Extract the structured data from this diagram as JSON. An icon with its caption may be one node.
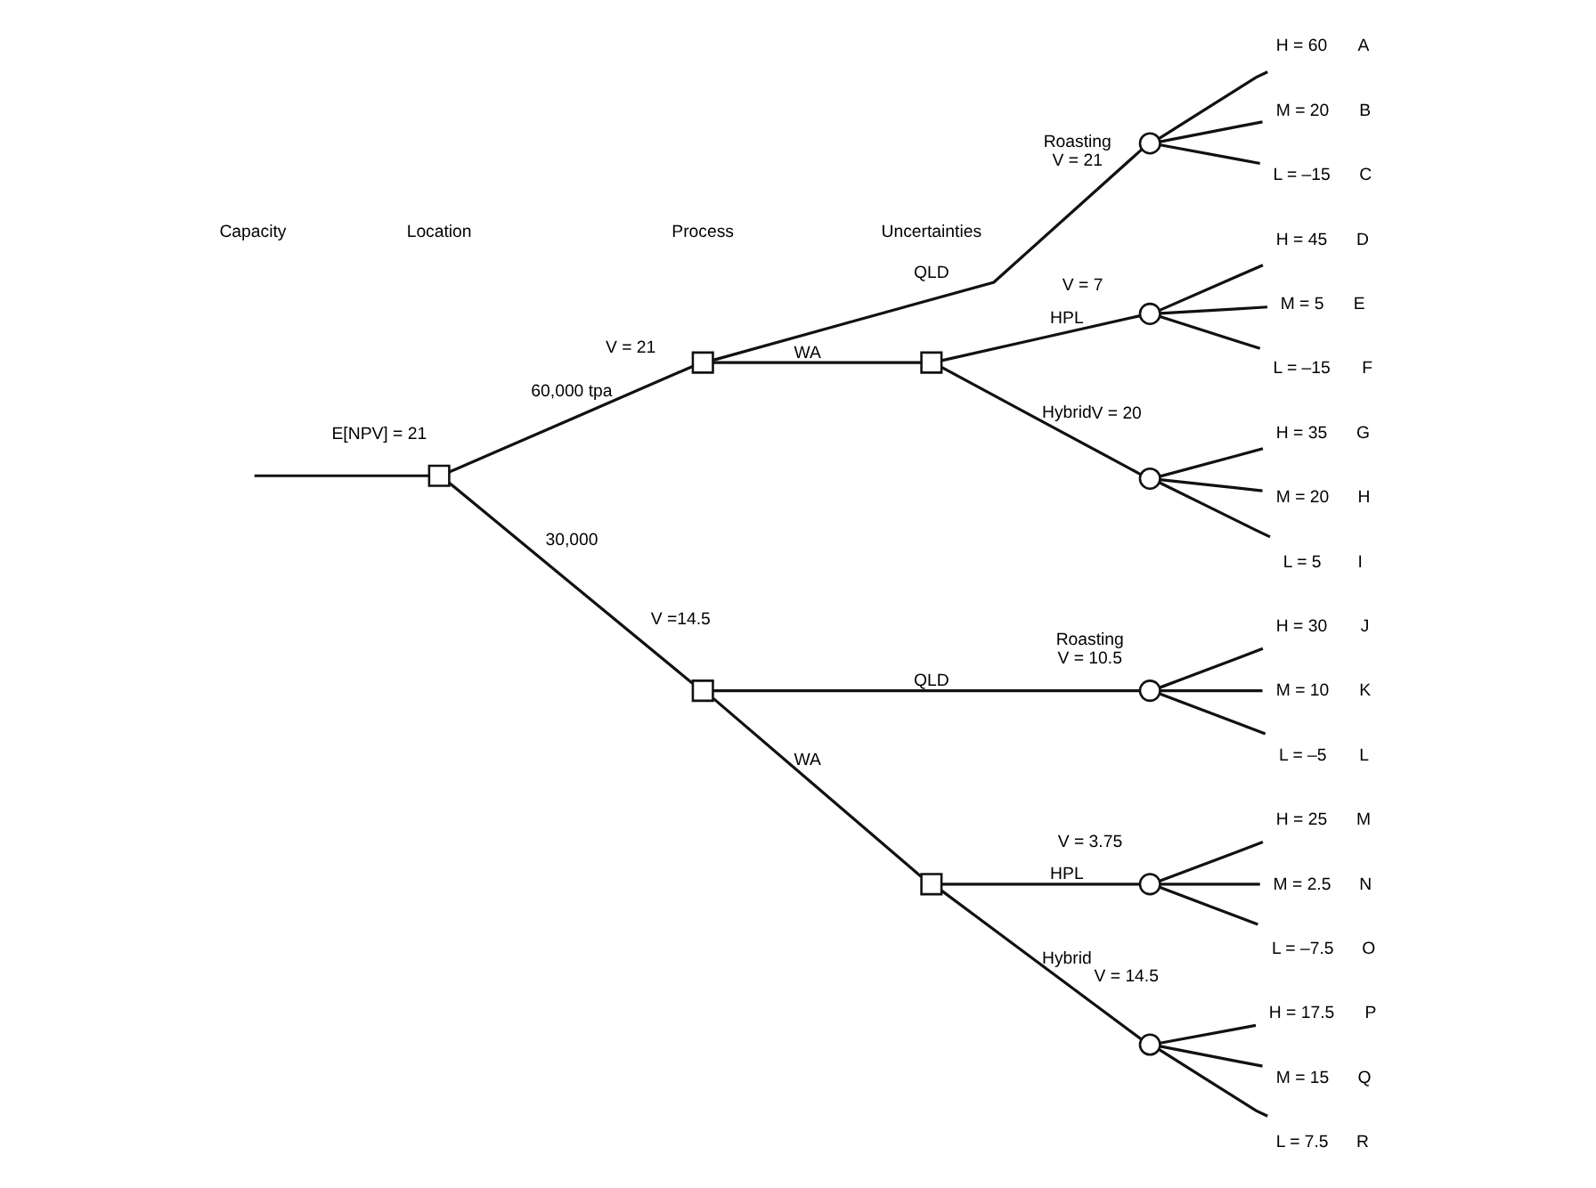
{
  "diagram": {
    "nodes": [
      {
        "text": [],
        "shape": "box",
        "beside": [
          "E[NPV] = 21"
        ]
      },
      {
        "text": [],
        "shape": "box",
        "beside": [
          "V = 21"
        ]
      },
      {
        "text": [],
        "shape": "circle",
        "beside": [
          "Roasting",
          "V = 21"
        ]
      },
      {
        "text": [],
        "shape": "box"
      },
      {
        "text": [],
        "shape": "circle",
        "beside": [
          "V = 7"
        ]
      },
      {
        "text": [],
        "shape": "circle",
        "beside": [
          "V = 20"
        ]
      },
      {
        "text": [],
        "shape": "box",
        "beside": [
          "V =14.5"
        ]
      },
      {
        "text": [],
        "shape": "circle",
        "beside": [
          "Roasting",
          "V = 10.5"
        ]
      },
      {
        "text": [],
        "shape": "box"
      },
      {
        "text": [],
        "shape": "circle",
        "beside": [
          "V = 3.75"
        ]
      },
      {
        "text": [],
        "shape": "circle",
        "beside": [
          "V = 14.5"
        ]
      },
      {
        "text": [
          "H = 60"
        ],
        "beside": [
          "A"
        ]
      },
      {
        "text": [
          "M = 20"
        ],
        "beside": [
          "B"
        ]
      },
      {
        "text": [
          "L = –15"
        ],
        "beside": [
          "C"
        ]
      },
      {
        "text": [
          "H = 45"
        ],
        "beside": [
          "D"
        ]
      },
      {
        "text": [
          "M = 5"
        ],
        "beside": [
          "E"
        ]
      },
      {
        "text": [
          "L = –15"
        ],
        "beside": [
          "F"
        ]
      },
      {
        "text": [
          "H = 35"
        ],
        "beside": [
          "G"
        ]
      },
      {
        "text": [
          "M = 20"
        ],
        "beside": [
          "H"
        ]
      },
      {
        "text": [
          "L = 5"
        ],
        "beside": [
          "I"
        ]
      },
      {
        "text": [
          "H = 30"
        ],
        "beside": [
          "J"
        ]
      },
      {
        "text": [
          "M = 10"
        ],
        "beside": [
          "K"
        ]
      },
      {
        "text": [
          "L = –5"
        ],
        "beside": [
          "L"
        ]
      },
      {
        "text": [
          "H = 25"
        ],
        "beside": [
          "M"
        ]
      },
      {
        "text": [
          "M = 2.5"
        ],
        "beside": [
          "N"
        ]
      },
      {
        "text": [
          "L = –7.5"
        ],
        "beside": [
          "O"
        ]
      },
      {
        "text": [
          "H = 17.5"
        ],
        "beside": [
          "P"
        ]
      },
      {
        "text": [
          "M = 15"
        ],
        "beside": [
          "Q"
        ]
      },
      {
        "text": [
          "L = 7.5"
        ],
        "beside": [
          "R"
        ]
      }
    ],
    "edges": [
      {
        "from": null,
        "to": 0,
        "arrow": "none"
      },
      {
        "from": 0,
        "to": 1,
        "arrow": "none",
        "label": "60,000 tpa"
      },
      {
        "from": 1,
        "to": 2,
        "arrow": "none",
        "label": "QLD"
      },
      {
        "from": 1,
        "to": 3,
        "arrow": "none",
        "label": "WA"
      },
      {
        "from": 3,
        "to": 4,
        "arrow": "none",
        "label": "HPL"
      },
      {
        "from": 3,
        "to": 5,
        "arrow": "none",
        "label": "Hybrid"
      },
      {
        "from": 2,
        "to": 11,
        "arrow": "none"
      },
      {
        "from": 2,
        "to": 12,
        "arrow": "none"
      },
      {
        "from": 2,
        "to": 13,
        "arrow": "none"
      },
      {
        "from": 4,
        "to": 14,
        "arrow": "none"
      },
      {
        "from": 4,
        "to": 15,
        "arrow": "none"
      },
      {
        "from": 4,
        "to": 16,
        "arrow": "none"
      },
      {
        "from": 5,
        "to": 17,
        "arrow": "none"
      },
      {
        "from": 5,
        "to": 18,
        "arrow": "none"
      },
      {
        "from": 5,
        "to": 19,
        "arrow": "none"
      },
      {
        "from": 0,
        "to": 6,
        "arrow": "none",
        "label": "30,000"
      },
      {
        "from": 6,
        "to": 7,
        "arrow": "none",
        "label": "QLD"
      },
      {
        "from": 6,
        "to": 8,
        "arrow": "none",
        "label": "WA"
      },
      {
        "from": 8,
        "to": 9,
        "arrow": "none",
        "label": "HPL"
      },
      {
        "from": 8,
        "to": 10,
        "arrow": "none",
        "label": "Hybrid"
      },
      {
        "from": 7,
        "to": 20,
        "arrow": "none"
      },
      {
        "from": 7,
        "to": 21,
        "arrow": "none"
      },
      {
        "from": 7,
        "to": 22,
        "arrow": "none"
      },
      {
        "from": 9,
        "to": 23,
        "arrow": "none"
      },
      {
        "from": 9,
        "to": 24,
        "arrow": "none"
      },
      {
        "from": 9,
        "to": 25,
        "arrow": "none"
      },
      {
        "from": 10,
        "to": 26,
        "arrow": "none"
      },
      {
        "from": 10,
        "to": 27,
        "arrow": "none"
      },
      {
        "from": 10,
        "to": 28,
        "arrow": "none"
      }
    ],
    "labels": [
      "Capacity",
      "Location",
      "Process",
      "Uncertainties"
    ]
  }
}
